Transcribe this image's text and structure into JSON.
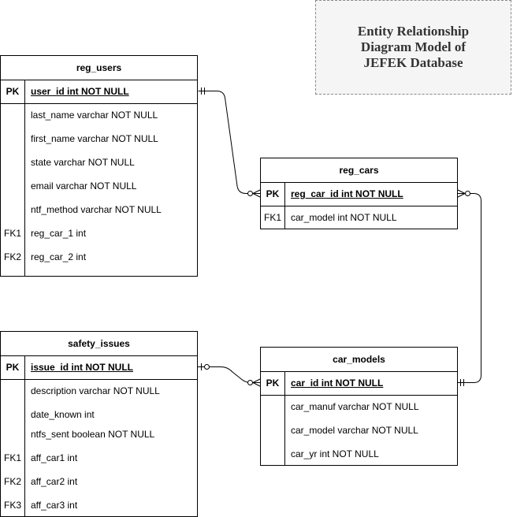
{
  "title": {
    "line1": "Entity Relationship",
    "line2": "Diagram Model of",
    "line3": "JEFEK Database"
  },
  "entities": {
    "reg_users": {
      "name": "reg_users",
      "pk": {
        "key": "PK",
        "attr": "user_id int NOT NULL"
      },
      "attrs": [
        {
          "key": "",
          "attr": "last_name varchar NOT NULL"
        },
        {
          "key": "",
          "attr": "first_name varchar NOT NULL"
        },
        {
          "key": "",
          "attr": "state varchar NOT NULL"
        },
        {
          "key": "",
          "attr": "email varchar NOT NULL"
        },
        {
          "key": "",
          "attr": "ntf_method varchar NOT NULL"
        },
        {
          "key": "FK1",
          "attr": "reg_car_1 int"
        },
        {
          "key": "FK2",
          "attr": "reg_car_2 int"
        }
      ]
    },
    "reg_cars": {
      "name": "reg_cars",
      "pk": {
        "key": "PK",
        "attr": "reg_car_id int NOT NULL"
      },
      "attrs": [
        {
          "key": "FK1",
          "attr": "car_model int NOT NULL"
        }
      ]
    },
    "safety_issues": {
      "name": "safety_issues",
      "pk": {
        "key": "PK",
        "attr": "issue_id int NOT NULL"
      },
      "attrs": [
        {
          "key": "",
          "attr": "description varchar NOT NULL"
        },
        {
          "key": "",
          "attr": "date_known int"
        },
        {
          "key": "",
          "attr": "ntfs_sent boolean NOT NULL"
        },
        {
          "key": "FK1",
          "attr": "aff_car1 int"
        },
        {
          "key": "FK2",
          "attr": "aff_car2 int"
        },
        {
          "key": "FK3",
          "attr": "aff_car3 int"
        }
      ]
    },
    "car_models": {
      "name": "car_models",
      "pk": {
        "key": "PK",
        "attr": "car_id int NOT NULL"
      },
      "attrs": [
        {
          "key": "",
          "attr": "car_manuf varchar NOT NULL"
        },
        {
          "key": "",
          "attr": "car_model varchar NOT NULL"
        },
        {
          "key": "",
          "attr": "car_yr int NOT NULL"
        }
      ]
    }
  },
  "relationships": [
    {
      "from": "reg_users.user_id",
      "from_end": "one-and-only-one",
      "to": "reg_cars.reg_car_id",
      "to_end": "zero-or-many"
    },
    {
      "from": "reg_cars.reg_car_id",
      "from_end": "zero-or-many",
      "to": "car_models.car_id",
      "to_end": "one-and-only-one"
    },
    {
      "from": "safety_issues.issue_id",
      "from_end": "zero-or-one",
      "to": "car_models.car_id",
      "to_end": "zero-or-many"
    }
  ],
  "colors": {
    "line": "#000000",
    "title_bg": "#f5f5f5",
    "title_border": "#888888",
    "title_text": "#333333"
  }
}
